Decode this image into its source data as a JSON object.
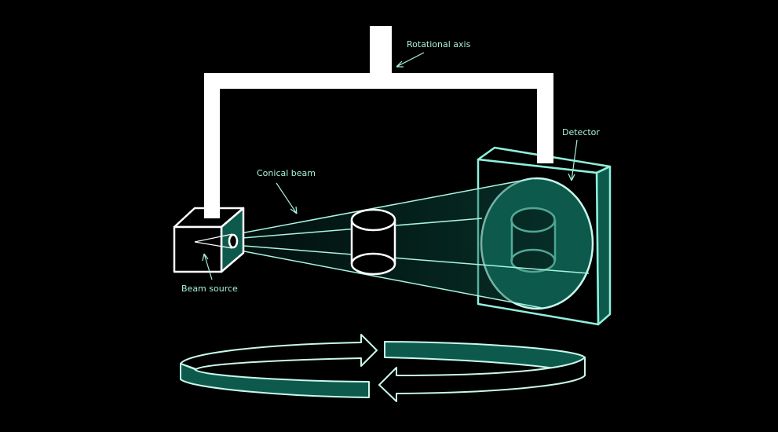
{
  "title": "Cone beam CT rotation diagram",
  "labels": {
    "rotational_axis": "Rotational axis",
    "detector": "Detector",
    "conical_beam": "Conical beam",
    "beam_source": "Beam source"
  },
  "colors": {
    "background": "#000000",
    "teal": "#0d5a4c",
    "line": "#8ff0dc",
    "frame": "#ffffff",
    "text": "#a8f0dc"
  }
}
